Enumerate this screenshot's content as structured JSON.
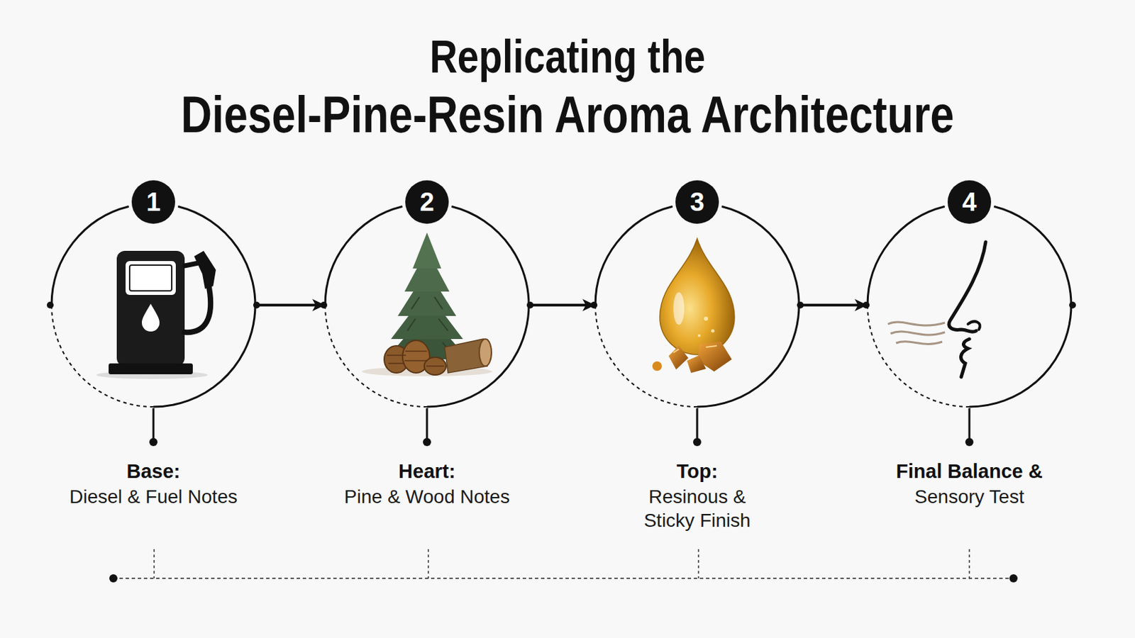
{
  "diagram": {
    "title": "Replicating the Diesel-Pine-Resin Aroma Architecture",
    "nodes": [
      {
        "text": [
          "Base:",
          "Diesel & Fuel Notes"
        ]
      },
      {
        "text": [
          "Heart:",
          "Pine & Wood Notes"
        ]
      },
      {
        "text": [
          "Top:",
          "Resinous & Sticky Finish"
        ]
      },
      {
        "text": [
          "Final Balance &",
          "Sensory Test"
        ]
      }
    ],
    "edges": [
      {
        "from": 0,
        "to": 1,
        "arrow": "to"
      },
      {
        "from": 1,
        "to": 2,
        "arrow": "to"
      },
      {
        "from": 2,
        "to": 3,
        "arrow": "to"
      }
    ],
    "labels": [
      "1",
      "2",
      "3",
      "4"
    ]
  }
}
